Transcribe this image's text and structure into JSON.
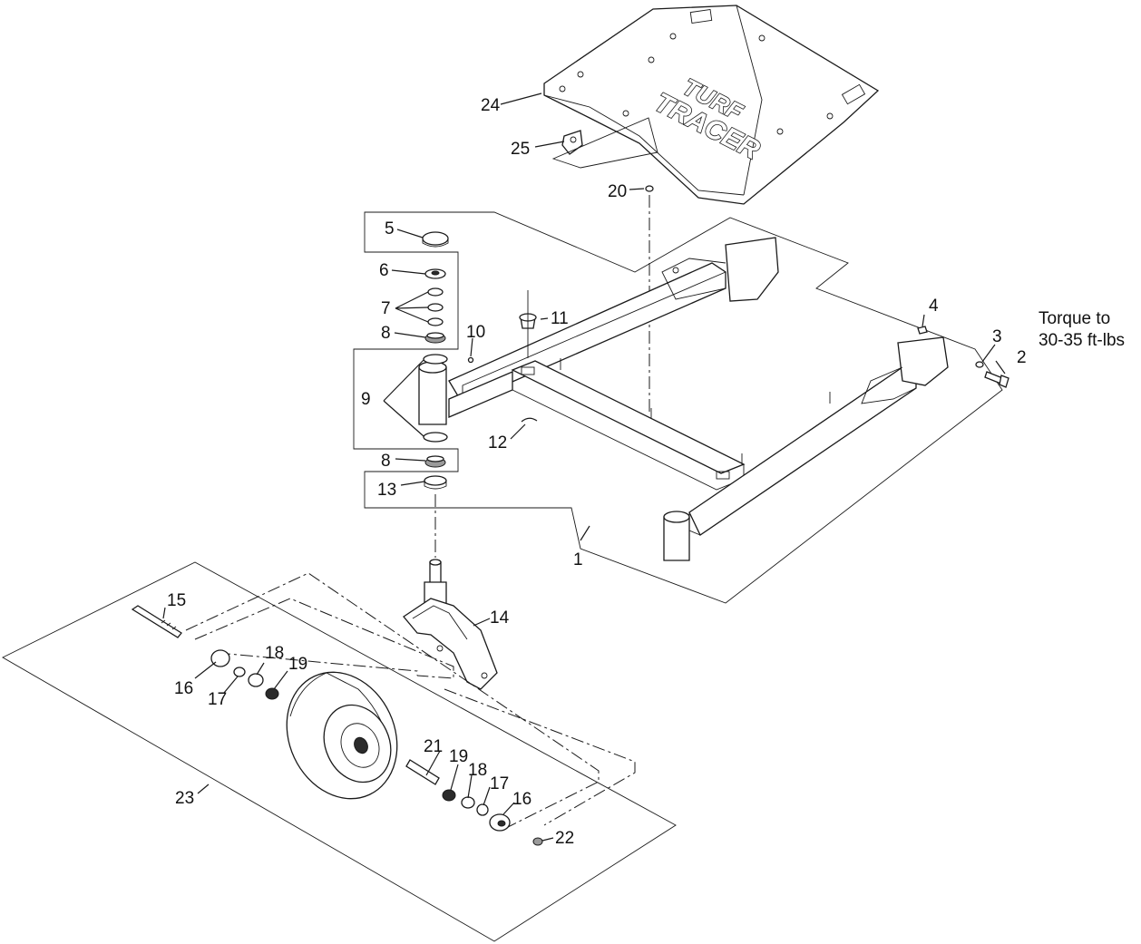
{
  "logo": {
    "line1": "TURF",
    "line2": "TRACER"
  },
  "note": {
    "line1": "Torque to",
    "line2": "30-35 ft-lbs"
  },
  "callouts": {
    "c1": "1",
    "c2": "2",
    "c3": "3",
    "c4": "4",
    "c5": "5",
    "c6": "6",
    "c7": "7",
    "c8a": "8",
    "c8b": "8",
    "c9": "9",
    "c10": "10",
    "c11": "11",
    "c12": "12",
    "c13": "13",
    "c14": "14",
    "c15": "15",
    "c16a": "16",
    "c16b": "16",
    "c17a": "17",
    "c17b": "17",
    "c18a": "18",
    "c18b": "18",
    "c19a": "19",
    "c19b": "19",
    "c20": "20",
    "c21": "21",
    "c22": "22",
    "c23": "23",
    "c24": "24",
    "c25": "25"
  }
}
